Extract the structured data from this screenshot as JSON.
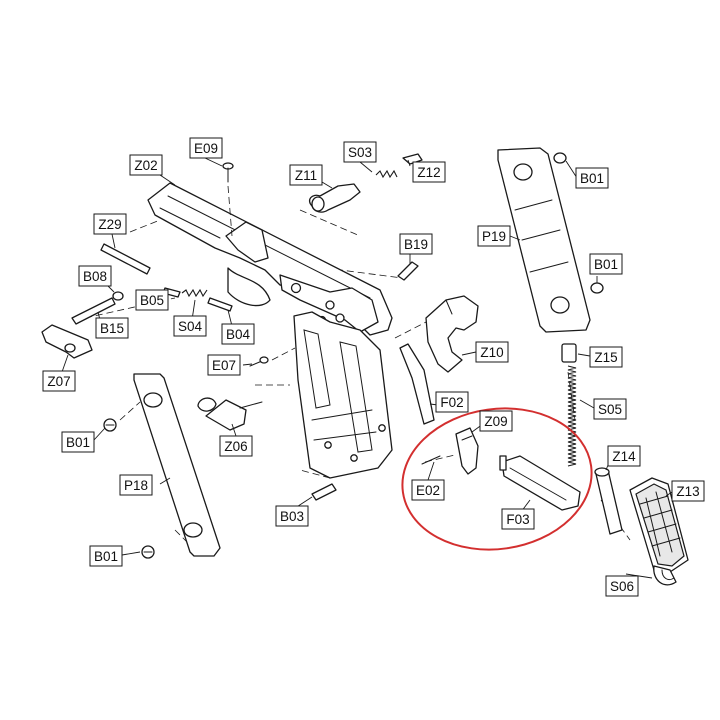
{
  "parts": {
    "E09": "E09",
    "Z02": "Z02",
    "S03": "S03",
    "Z11": "Z11",
    "Z12": "Z12",
    "Z29": "Z29",
    "B19": "B19",
    "B08": "B08",
    "B05": "B05",
    "B15": "B15",
    "S04": "S04",
    "B04": "B04",
    "Z07": "Z07",
    "E07": "E07",
    "Z10": "Z10",
    "B01_top": "B01",
    "P19": "P19",
    "B01_mid": "B01",
    "Z15": "Z15",
    "S05": "S05",
    "B01_left_top": "B01",
    "Z06": "Z06",
    "F02": "F02",
    "Z09": "Z09",
    "E02": "E02",
    "Z14": "Z14",
    "Z13": "Z13",
    "P18": "P18",
    "F03": "F03",
    "B03": "B03",
    "B01_left_bottom": "B01",
    "S06": "S06"
  },
  "colors": {
    "line": "#1a1a1a",
    "callout": "#d32f2f",
    "background": "#ffffff"
  }
}
